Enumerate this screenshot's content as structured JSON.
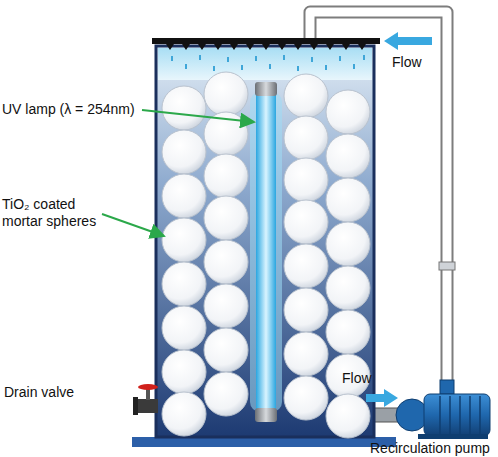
{
  "diagram": {
    "labels": [
      "Flow",
      "UV lamp (λ = 254nm)",
      "TiO₂ coated mortar spheres",
      "Flow",
      "Drain valve",
      "Recirculation pump"
    ]
  }
}
